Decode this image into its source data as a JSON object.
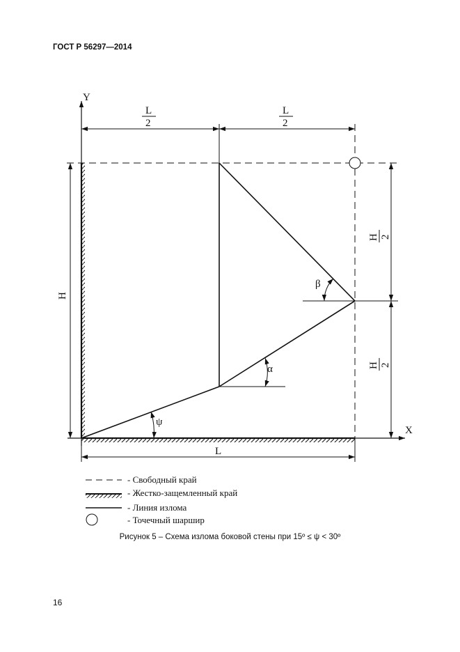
{
  "header": {
    "doc_code": "ГОСТ Р 56297—2014"
  },
  "diagram": {
    "axis_y": "Y",
    "axis_x": "X",
    "dim_half_L_num": "L",
    "dim_half_L_den": "2",
    "dim_H": "H",
    "dim_half_H_num": "H",
    "dim_half_H_den": "2",
    "dim_L": "L",
    "angle_beta": "β",
    "angle_alpha": "α",
    "angle_psi": "ψ"
  },
  "legend": {
    "free_edge": "- Свободный край",
    "clamped_edge": "- Жестко-защемленный край",
    "fold_line": "- Линия излома",
    "point_hinge": "- Точечный шаршир"
  },
  "caption": "Рисунок 5 – Схема излома боковой стены при 15º ≤ ψ < 30º",
  "page_number": "16"
}
